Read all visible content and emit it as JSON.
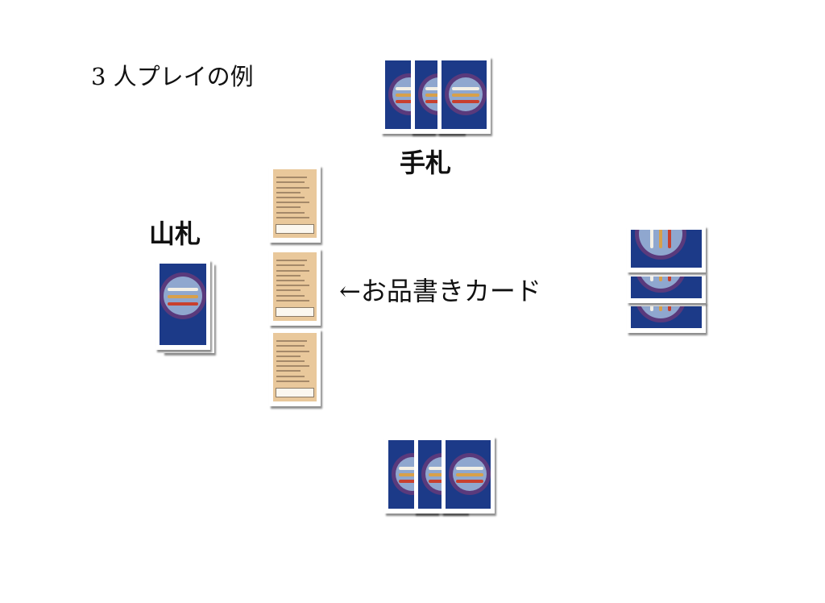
{
  "title": "3 人プレイの例",
  "labels": {
    "hand": "手札",
    "deck": "山札",
    "menu_card": "←お品書きカード"
  },
  "colors": {
    "card_back_blue": "#1c3a88",
    "card_ring_purple": "#5a3a7c",
    "card_disc": "#8fa7cf",
    "menu_card_paper": "#e9c89b"
  },
  "icons": {
    "card_back": "card-back-image",
    "menu_card": "menu-card-image"
  }
}
